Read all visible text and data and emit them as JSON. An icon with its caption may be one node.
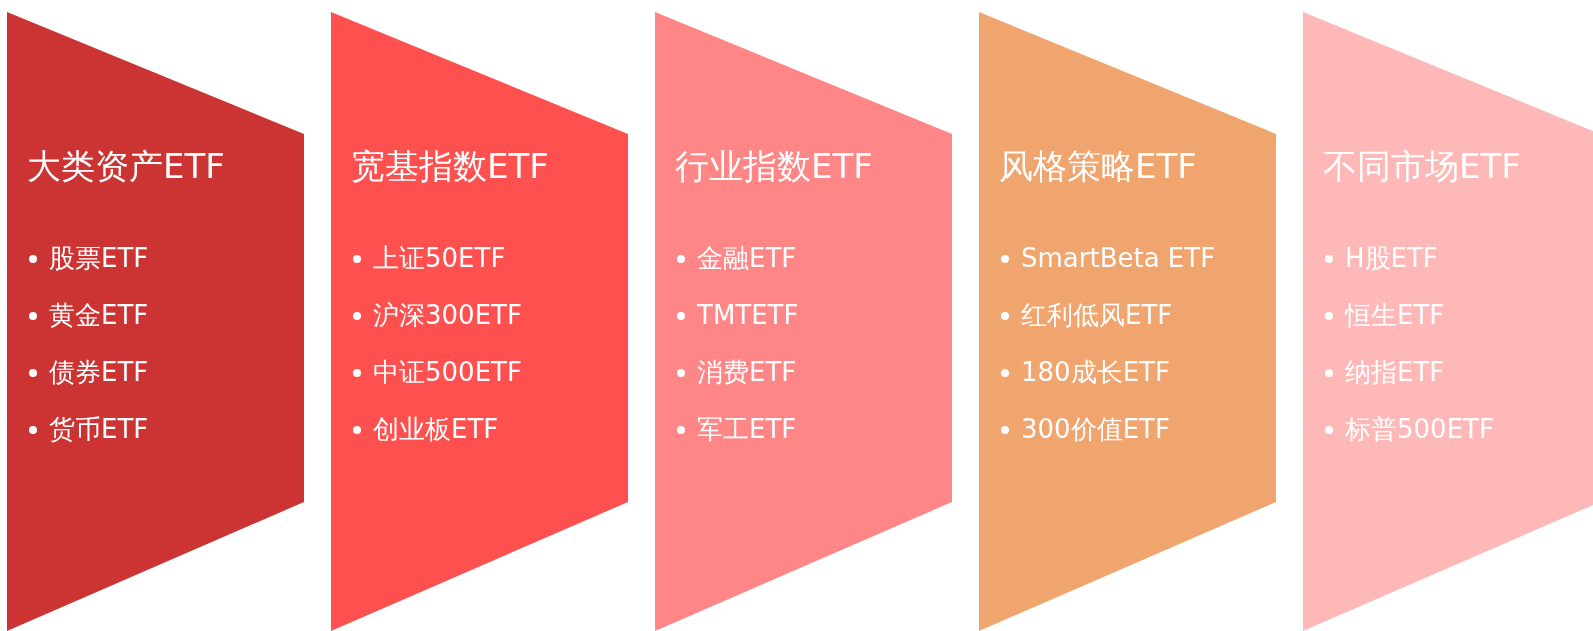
{
  "diagram": {
    "nodes": [
      {
        "text": [
          "大类资产ETF",
          "股票ETF",
          "黄金ETF",
          "债券ETF",
          "货币ETF"
        ]
      },
      {
        "text": [
          "宽基指数ETF",
          "上证50ETF",
          "沪深300ETF",
          "中证500ETF",
          "创业板ETF"
        ]
      },
      {
        "text": [
          "行业指数ETF",
          "金融ETF",
          "TMTETF",
          "消费ETF",
          "军工ETF"
        ]
      },
      {
        "text": [
          "风格策略ETF",
          "SmartBeta ETF",
          "红利低风ETF",
          "180成长ETF",
          "300价值ETF"
        ]
      },
      {
        "text": [
          "不同市场ETF",
          "H股ETF",
          "恒生ETF",
          "纳指ETF",
          "标普500ETF"
        ]
      }
    ],
    "edges": []
  }
}
